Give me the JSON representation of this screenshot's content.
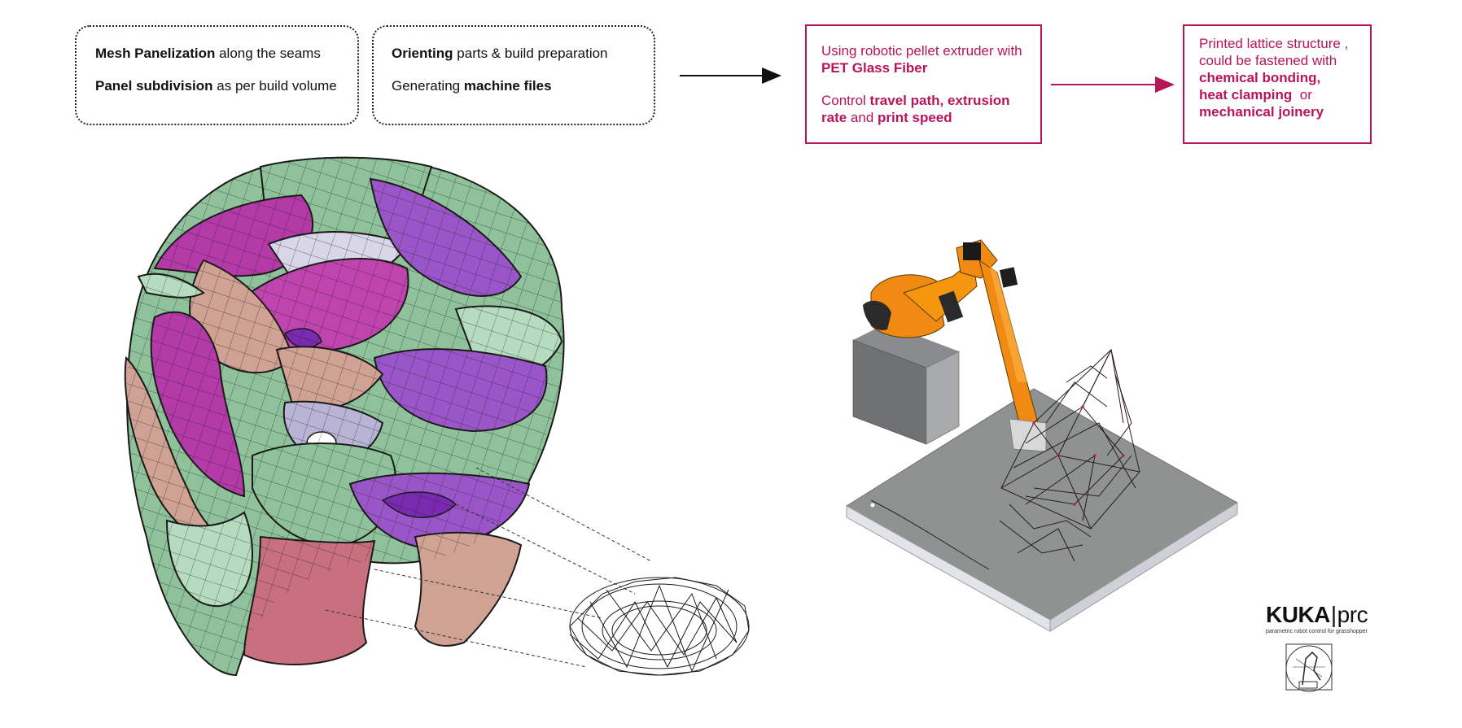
{
  "box_prepare_panels": {
    "line1": {
      "bold": "Mesh Panelization",
      "rest": " along the seams"
    },
    "line2": {
      "bold": "Panel subdivision",
      "rest": " as per build volume"
    }
  },
  "box_prepare_build": {
    "line1": {
      "bold": "Orienting",
      "rest": " parts & build preparation"
    },
    "line2": {
      "pre": "Generating ",
      "bold": "machine files"
    }
  },
  "box_printing": {
    "line1": {
      "pre": "Using robotic pellet extruder with ",
      "bold": "PET Glass Fiber"
    },
    "line2": {
      "pre": "Control ",
      "bold1": "travel path, extrusion rate",
      "mid": " and ",
      "bold2": "print speed"
    }
  },
  "box_assembly": {
    "pre": "Printed lattice structure , could be fastened with ",
    "bold1": "chemical bonding,",
    "bold2": "heat clamping",
    "mid": "  or ",
    "bold3": "mechanical joinery"
  },
  "logo": {
    "brand": "KUKA",
    "separator": "|",
    "suffix": "prc",
    "tagline": "parametric robot control for grasshopper"
  },
  "colors": {
    "accent": "#b8145a",
    "panel_magenta": "#b43aa8",
    "panel_green": "#8fc29a",
    "panel_violet": "#9a56c8",
    "panel_rose": "#c8707e",
    "panel_tan": "#cfa294",
    "panel_lilac": "#b9b3d6",
    "robot_orange": "#f08a12",
    "bed_gray": "#8e9290"
  }
}
